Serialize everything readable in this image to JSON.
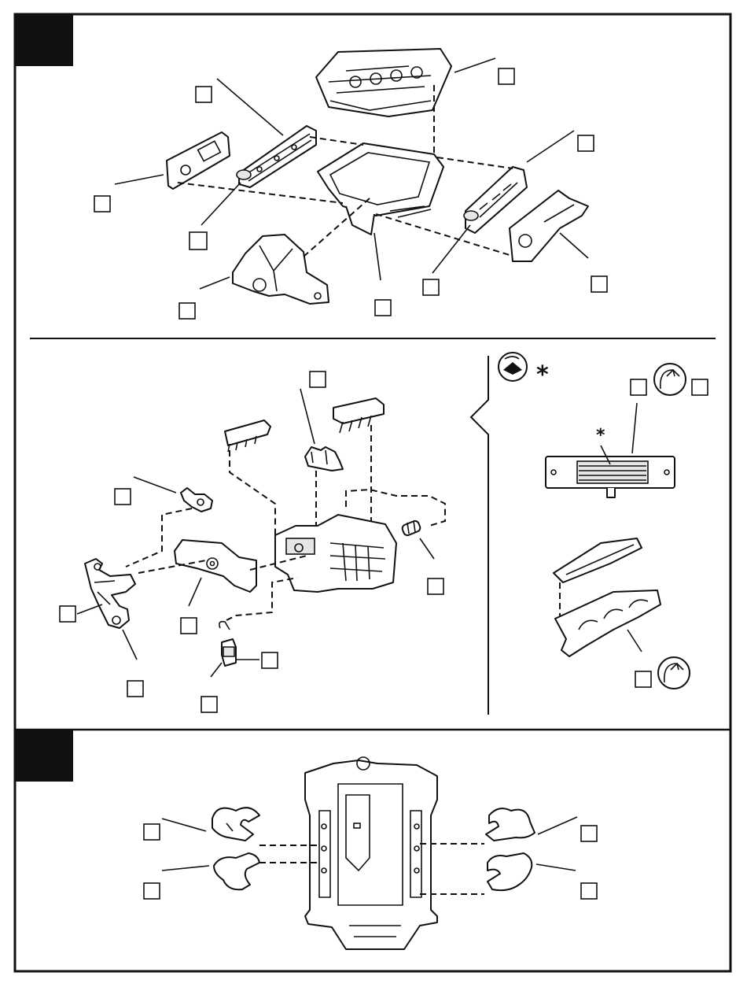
{
  "sheet": {
    "border_color": "#111111",
    "tab_color": "#111111",
    "background": "#ffffff"
  },
  "steps": [
    {
      "name": "step-1-engine-block-assembly",
      "tab_label": ""
    },
    {
      "name": "step-2-engine-detailing",
      "tab_label": ""
    },
    {
      "name": "step-3-exhaust-headers",
      "tab_label": ""
    }
  ],
  "callouts": {
    "paint_note_marker": "*",
    "decal_marker": "*"
  },
  "icons": [
    "paint-icon",
    "flip-arrow-icon",
    "flip-arrow-icon"
  ]
}
